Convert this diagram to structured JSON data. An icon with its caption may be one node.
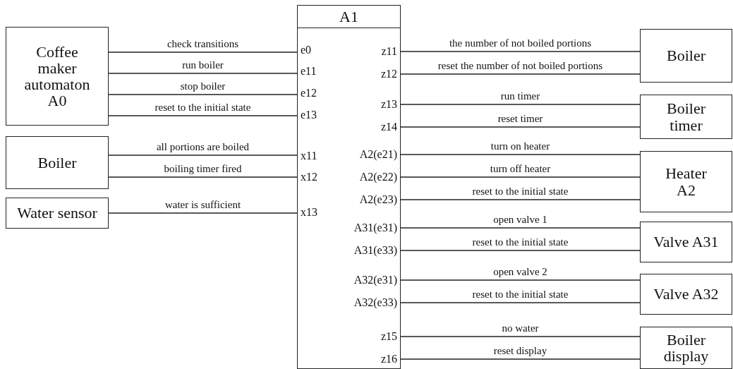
{
  "diagram": {
    "nodes": [
      {
        "text": [
          "Coffee maker automaton A0"
        ]
      },
      {
        "text": [
          "Boiler"
        ]
      },
      {
        "text": [
          "Water sensor"
        ]
      },
      {
        "text": [
          "A1",
          "e0",
          "e11",
          "e12",
          "e13",
          "x11",
          "x12",
          "x13",
          "z11",
          "z12",
          "z13",
          "z14",
          "A2(e21)",
          "A2(e22)",
          "A2(e23)",
          "A31(e31)",
          "A31(e33)",
          "A32(e31)",
          "A32(e33)",
          "z15",
          "z16"
        ]
      },
      {
        "text": [
          "Boiler"
        ]
      },
      {
        "text": [
          "Boiler timer"
        ]
      },
      {
        "text": [
          "Heater A2"
        ]
      },
      {
        "text": [
          "Valve A31"
        ]
      },
      {
        "text": [
          "Valve A32"
        ]
      },
      {
        "text": [
          "Boiler display"
        ]
      }
    ],
    "edges": [
      {
        "from": 0,
        "to": 3,
        "arrow": "none",
        "label": "check transitions"
      },
      {
        "from": 0,
        "to": 3,
        "arrow": "none",
        "label": "run boiler"
      },
      {
        "from": 0,
        "to": 3,
        "arrow": "none",
        "label": "stop boiler"
      },
      {
        "from": 0,
        "to": 3,
        "arrow": "none",
        "label": "reset to the initial state"
      },
      {
        "from": 1,
        "to": 3,
        "arrow": "none",
        "label": "all portions are boiled"
      },
      {
        "from": 1,
        "to": 3,
        "arrow": "none",
        "label": "boiling timer fired"
      },
      {
        "from": 2,
        "to": 3,
        "arrow": "none",
        "label": "water is sufficient"
      },
      {
        "from": 3,
        "to": 4,
        "arrow": "none",
        "label": "the number of not boiled portions"
      },
      {
        "from": 3,
        "to": 4,
        "arrow": "none",
        "label": "reset the number of not boiled portions"
      },
      {
        "from": 3,
        "to": 5,
        "arrow": "none",
        "label": "run timer"
      },
      {
        "from": 3,
        "to": 5,
        "arrow": "none",
        "label": "reset timer"
      },
      {
        "from": 3,
        "to": 6,
        "arrow": "none",
        "label": "turn on heater"
      },
      {
        "from": 3,
        "to": 6,
        "arrow": "none",
        "label": "turn off heater"
      },
      {
        "from": 3,
        "to": 6,
        "arrow": "none",
        "label": "reset to the initial state"
      },
      {
        "from": 3,
        "to": 7,
        "arrow": "none",
        "label": "open valve 1"
      },
      {
        "from": 3,
        "to": 7,
        "arrow": "none",
        "label": "reset to the initial state"
      },
      {
        "from": 3,
        "to": 8,
        "arrow": "none",
        "label": "open valve 2"
      },
      {
        "from": 3,
        "to": 8,
        "arrow": "none",
        "label": "reset to the initial state"
      },
      {
        "from": 3,
        "to": 9,
        "arrow": "none",
        "label": "no water"
      },
      {
        "from": 3,
        "to": 9,
        "arrow": "none",
        "label": "reset display"
      }
    ]
  }
}
